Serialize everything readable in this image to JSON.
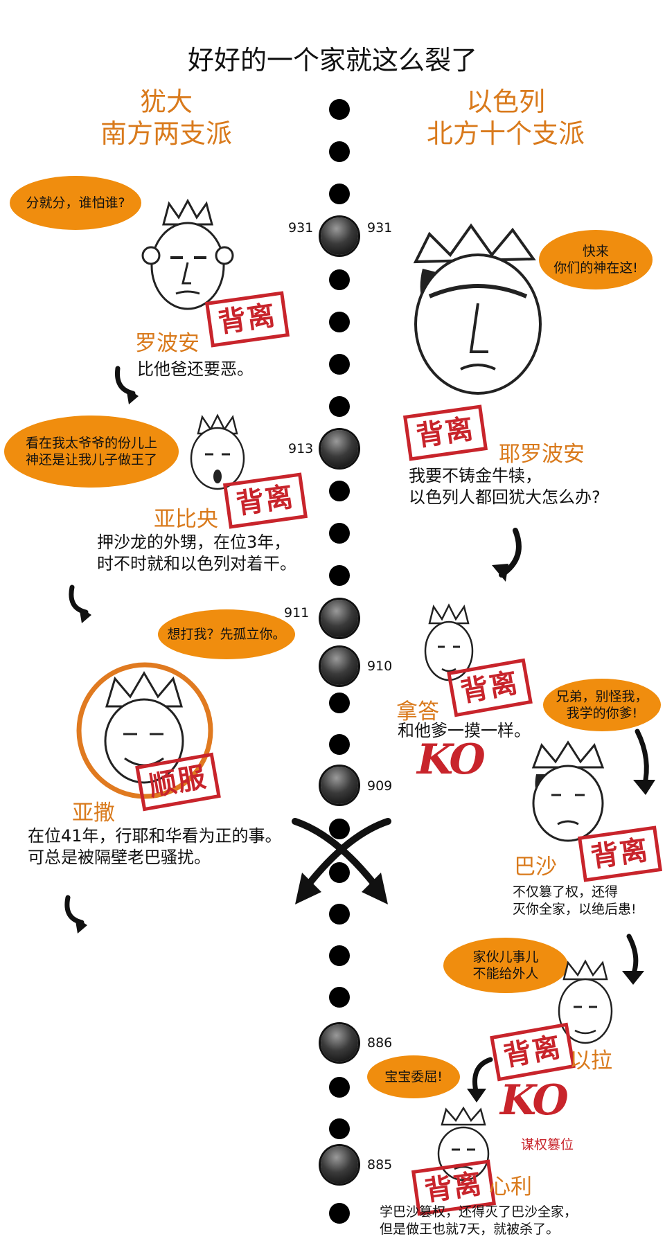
{
  "title": "好好的一个家就这么裂了",
  "left_header": {
    "line1": "犹大",
    "line2": "南方两支派"
  },
  "right_header": {
    "line1": "以色列",
    "line2": "北方十个支派"
  },
  "years": {
    "y931_left": "931",
    "y931_right": "931",
    "y913": "913",
    "y911": "911",
    "y910": "910",
    "y909": "909",
    "y886": "886",
    "y885": "885"
  },
  "kings": {
    "rehoboam": {
      "bubble": "分就分，谁怕谁?",
      "name": "罗波安",
      "stamp": "背离",
      "desc": "比他爸还要恶。"
    },
    "jeroboam": {
      "bubble": "快来\n你们的神在这!",
      "name": "耶罗波安",
      "stamp": "背离",
      "desc": "我要不铸金牛犊，\n以色列人都回犹大怎么办?"
    },
    "abijah": {
      "bubble": "看在我太爷爷的份儿上\n神还是让我儿子做王了",
      "name": "亚比央",
      "stamp": "背离",
      "desc": "押沙龙的外甥，在位3年，\n时不时就和以色列对着干。"
    },
    "asa": {
      "bubble": "想打我？先孤立你。",
      "name": "亚撒",
      "stamp": "顺服",
      "desc": "在位41年，行耶和华看为正的事。\n可总是被隔壁老巴骚扰。"
    },
    "nadab": {
      "name": "拿答",
      "stamp": "背离",
      "desc": "和他爹一摸一样。"
    },
    "baasha": {
      "bubble": "兄弟，别怪我，\n我学的你爹!",
      "name": "巴沙",
      "stamp": "背离",
      "desc": "不仅篡了权，还得\n灭你全家，以绝后患!"
    },
    "elah": {
      "bubble": "家伙儿事儿\n不能给外人",
      "name": "以拉",
      "stamp": "背离"
    },
    "zimri": {
      "bubble": "宝宝委屈!",
      "name": "心利",
      "stamp": "背离",
      "desc": "学巴沙篡权，还得灭了巴沙全家，\n但是做王也就7天，就被杀了。"
    }
  },
  "ko_caption": "谋权篡位",
  "colors": {
    "orange": "#d97a1c",
    "bubble": "#f08d0e",
    "stamp_red": "#c8242b"
  }
}
